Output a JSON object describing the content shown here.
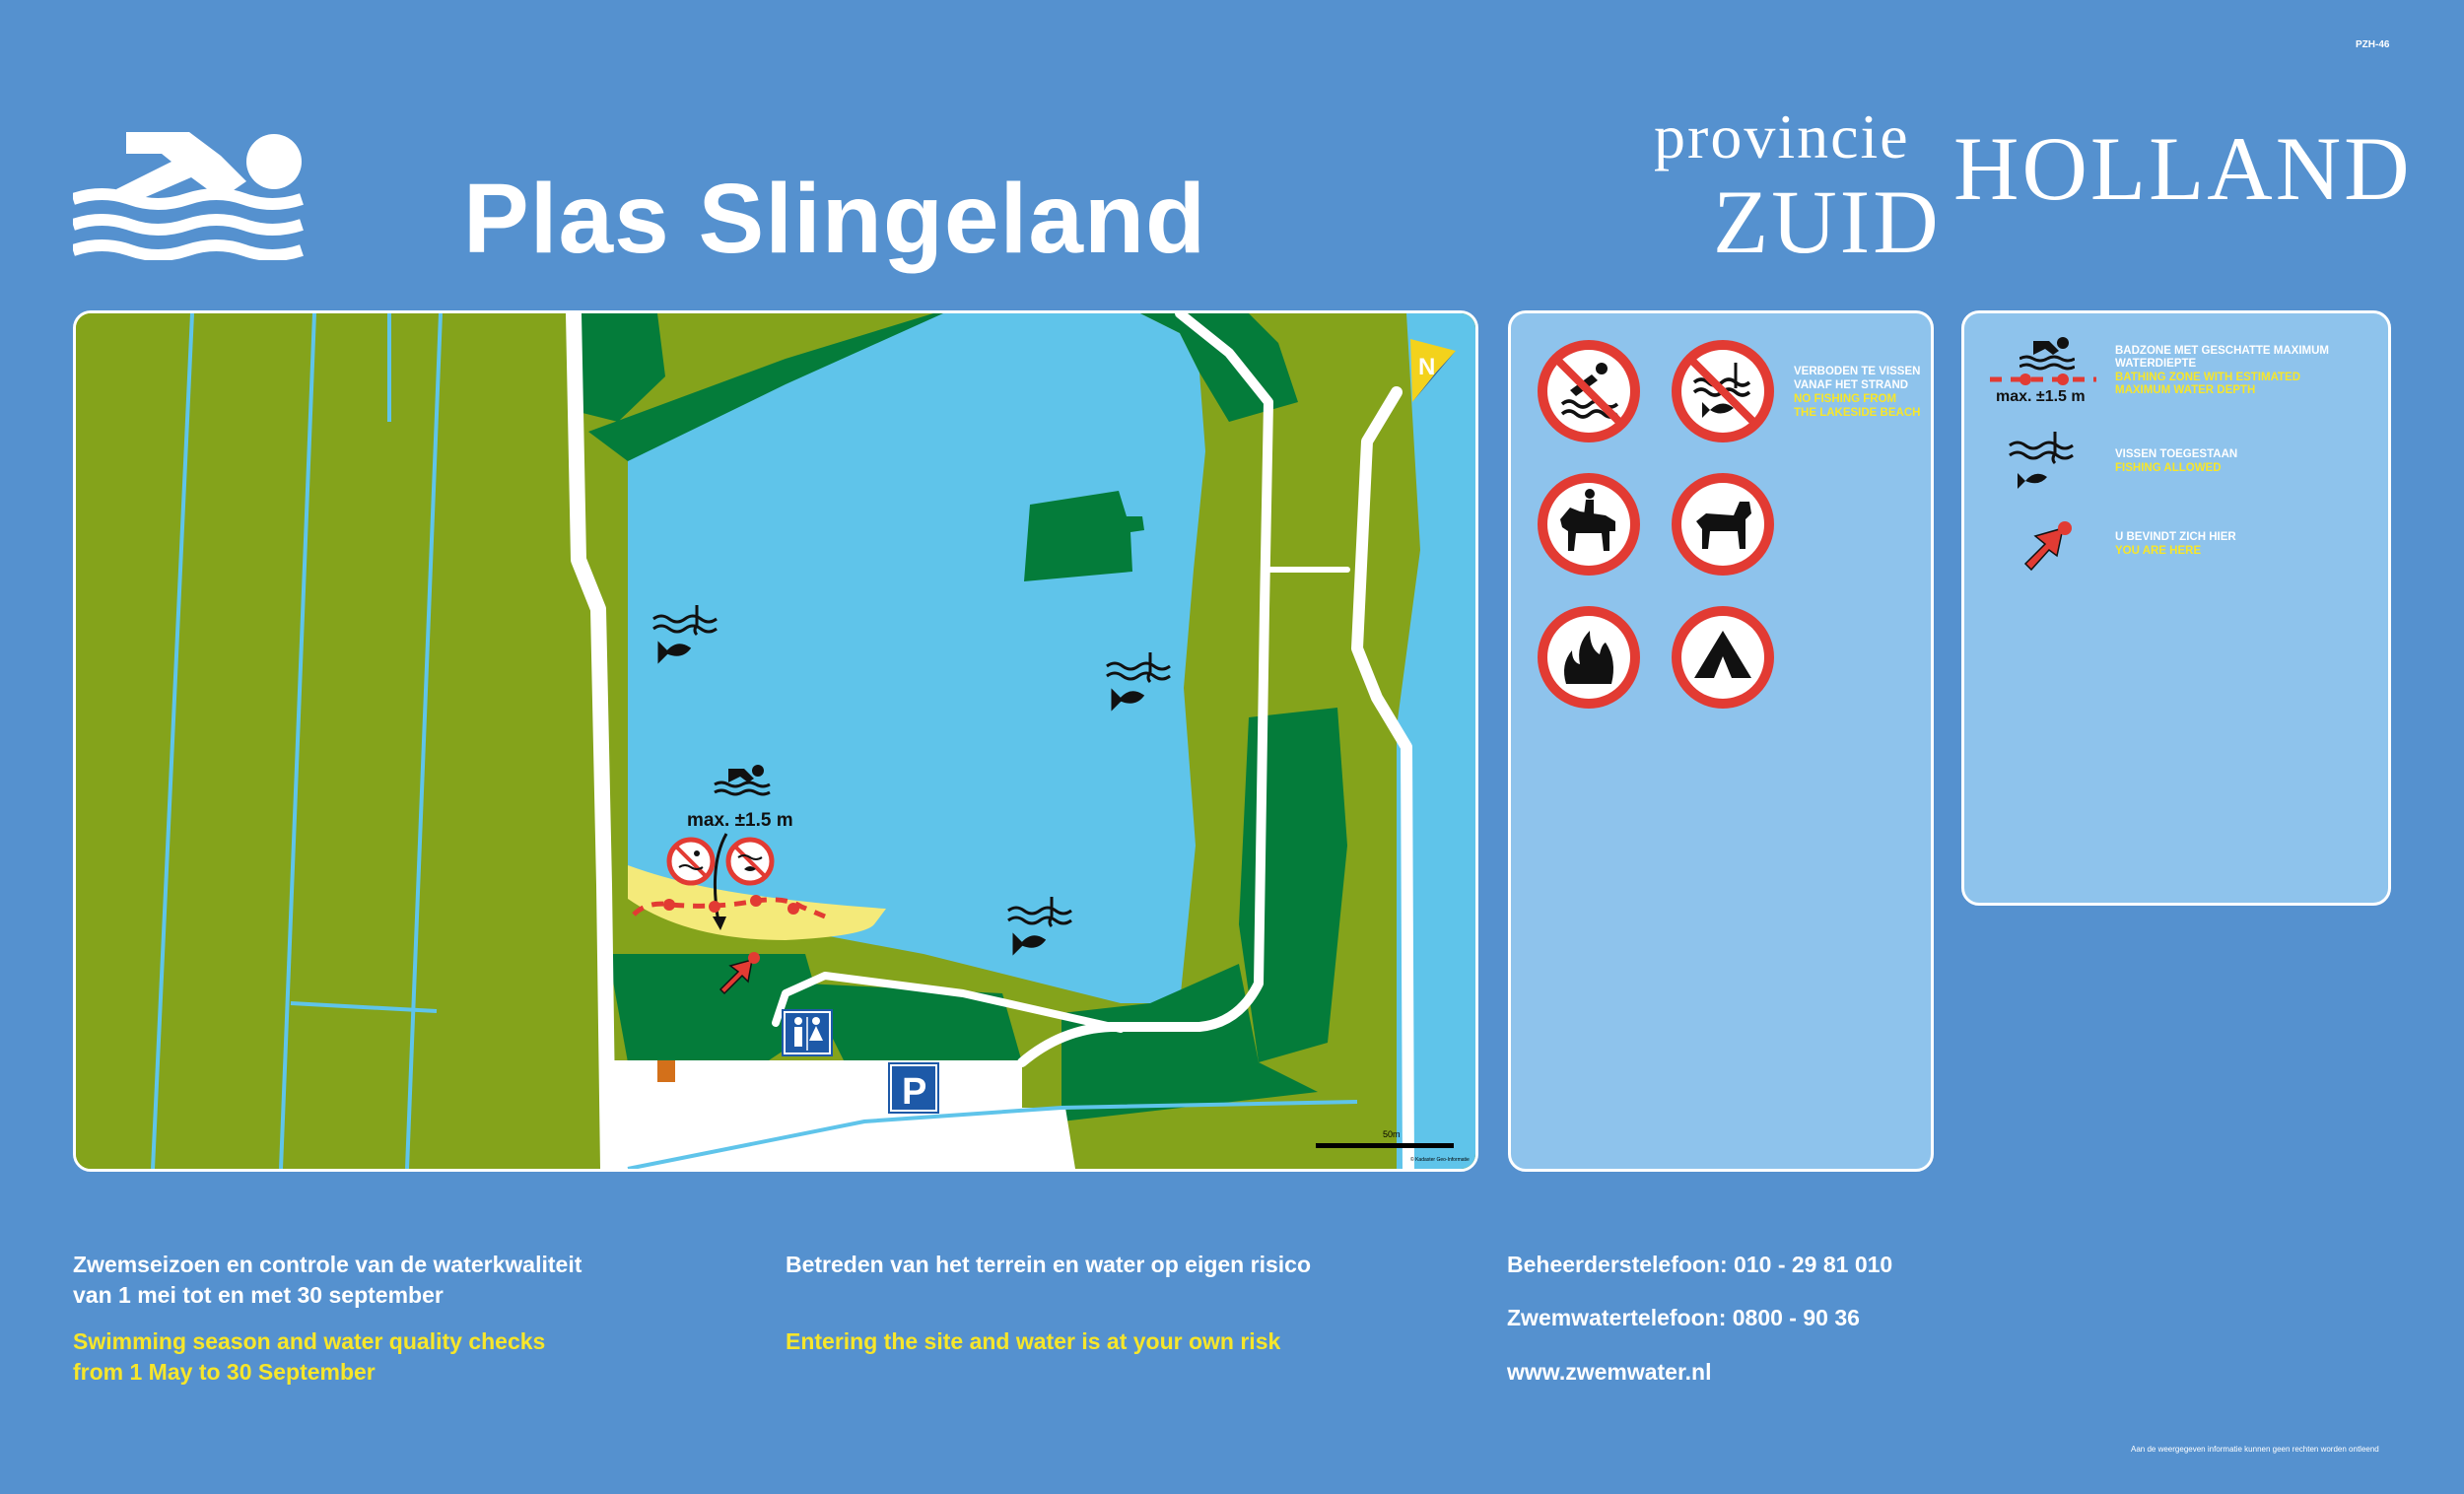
{
  "header": {
    "sign_code": "PZH-46",
    "title": "Plas Slingeland",
    "brand": {
      "line1": "provincie",
      "line2": "ZUID",
      "line3": "HOLLAND"
    }
  },
  "map": {
    "depth_label": "max. ±1.5 m",
    "scale_label": "50m",
    "copyright": "© Kadaster Geo-Informatie",
    "north_label": "N",
    "icons": [
      "fishing-allowed-icon",
      "swimmer-icon",
      "toilet-icon",
      "parking-icon",
      "you-are-here-icon",
      "no-diving-sign",
      "no-fishing-sign"
    ]
  },
  "rules": {
    "fishing_note": {
      "nl_line1": "VERBODEN TE VISSEN",
      "nl_line2": "VANAF HET STRAND",
      "en_line1": "NO FISHING FROM",
      "en_line2": "THE LAKESIDE BEACH"
    },
    "signs": [
      "no-diving",
      "no-fishing",
      "no-horses",
      "no-dogs",
      "no-fires",
      "no-camping"
    ]
  },
  "legend": {
    "bathing_zone": {
      "depth": "max. ±1.5 m",
      "nl_line1": "BADZONE MET GESCHATTE MAXIMUM",
      "nl_line2": "WATERDIEPTE",
      "en_line1": "BATHING ZONE WITH ESTIMATED",
      "en_line2": "MAXIMUM WATER DEPTH"
    },
    "fishing": {
      "nl": "VISSEN TOEGESTAAN",
      "en": "FISHING ALLOWED"
    },
    "location": {
      "nl": "U BEVINDT ZICH HIER",
      "en": "YOU ARE HERE"
    }
  },
  "footer": {
    "season_nl_1": "Zwemseizoen en controle van de waterkwaliteit",
    "season_nl_2": "van 1 mei tot en met 30 september",
    "season_en_1": "Swimming season and water quality checks",
    "season_en_2": "from 1 May to 30 September",
    "risk_nl": "Betreden van het terrein en water op eigen risico",
    "risk_en": "Entering the site and water is at your own risk",
    "manager_phone": "Beheerderstelefoon: 010 - 29 81 010",
    "water_phone": "Zwemwatertelefoon: 0800 - 90 36",
    "website": "www.zwemwater.nl",
    "disclaimer": "Aan de weergegeven informatie kunnen geen rechten worden ontleend"
  },
  "colors": {
    "background": "#5591cf",
    "panel": "#8ec3ec",
    "water": "#5fc4ea",
    "meadow": "#84a31b",
    "forest": "#047c3a",
    "beach": "#f4ea7a",
    "sign_red": "#e23b33",
    "accent_yellow": "#f7e62a"
  }
}
